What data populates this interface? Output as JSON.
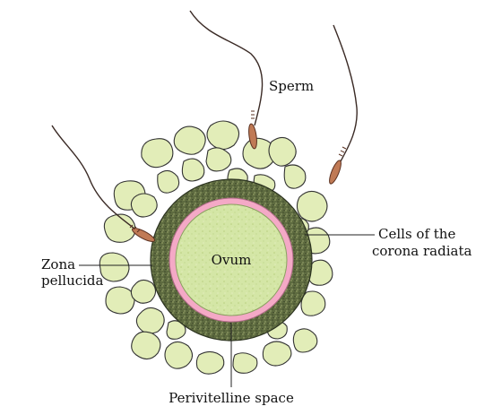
{
  "labels": {
    "sperm": "Sperm",
    "cells_line1": "Cells of the",
    "cells_line2": "corona radiata",
    "zona_line1": "Zona",
    "zona_line2": "pellucida",
    "ovum": "Ovum",
    "perivitelline": "Perivitelline space"
  },
  "colors": {
    "corona_cell_fill": "#e2edb8",
    "corona_cell_stroke": "#333333",
    "zona_fill": "#5c6640",
    "zona_speckle": "#8a9460",
    "perivitelline_ring": "#f4a9c6",
    "ovum_fill": "#d2e4a2",
    "ovum_dots": "#b8cf80",
    "sperm_tail": "#3a2a25",
    "sperm_head": "#c07a55"
  }
}
